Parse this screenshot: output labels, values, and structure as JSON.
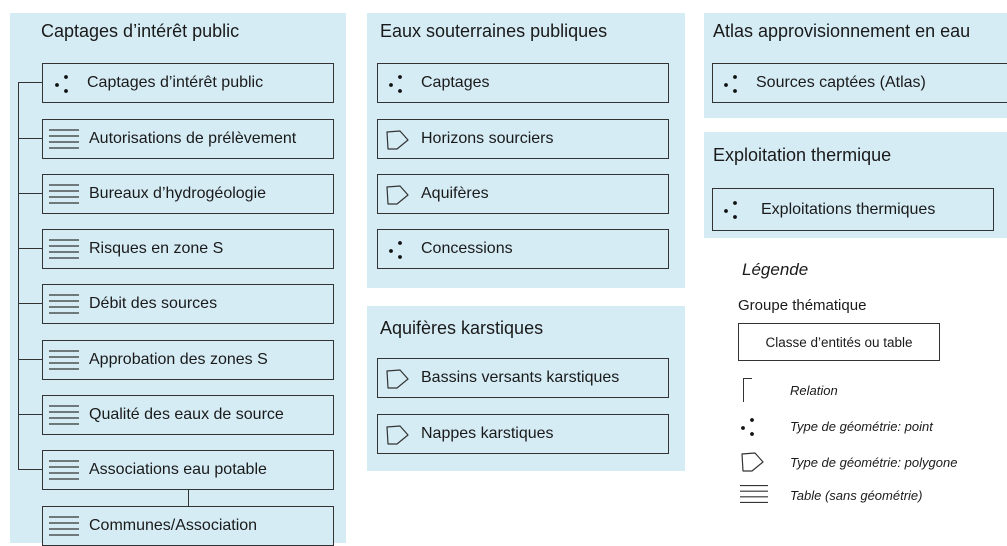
{
  "groups": {
    "captages_interet_public": {
      "title": "Captages d’intérêt public",
      "items": [
        "Captages d’intérêt public",
        "Autorisations de prélèvement",
        "Bureaux d’hydrogéologie",
        "Risques en zone S",
        "Débit des sources",
        "Approbation des zones S",
        "Qualité des eaux de source",
        "Associations eau potable"
      ],
      "sub_item": "Communes/Association"
    },
    "eaux_souterraines": {
      "title": "Eaux souterraines  publiques",
      "items": [
        "Captages",
        "Horizons sourciers",
        "Aquifères",
        "Concessions"
      ]
    },
    "aquiferes_karstiques": {
      "title": "Aquifères  karstiques",
      "items": [
        "Bassins versants karstiques",
        "Nappes karstiques"
      ]
    },
    "atlas": {
      "title": "Atlas approvisionnement  en eau",
      "items": [
        "Sources captées (Atlas)"
      ]
    },
    "exploitation_thermique": {
      "title": "Exploitation thermique",
      "items": [
        "Exploitations thermiques"
      ]
    }
  },
  "legend": {
    "title": "Légende",
    "group_label": "Groupe thématique",
    "class_label": "Classe d’entités ou table",
    "relation_label": "Relation",
    "point_label": "Type de géométrie: point",
    "polygon_label": "Type de géométrie: polygone",
    "table_label": "Table (sans géométrie)"
  },
  "colors": {
    "group_fill": "#d5ecf5",
    "stroke": "#333333"
  }
}
